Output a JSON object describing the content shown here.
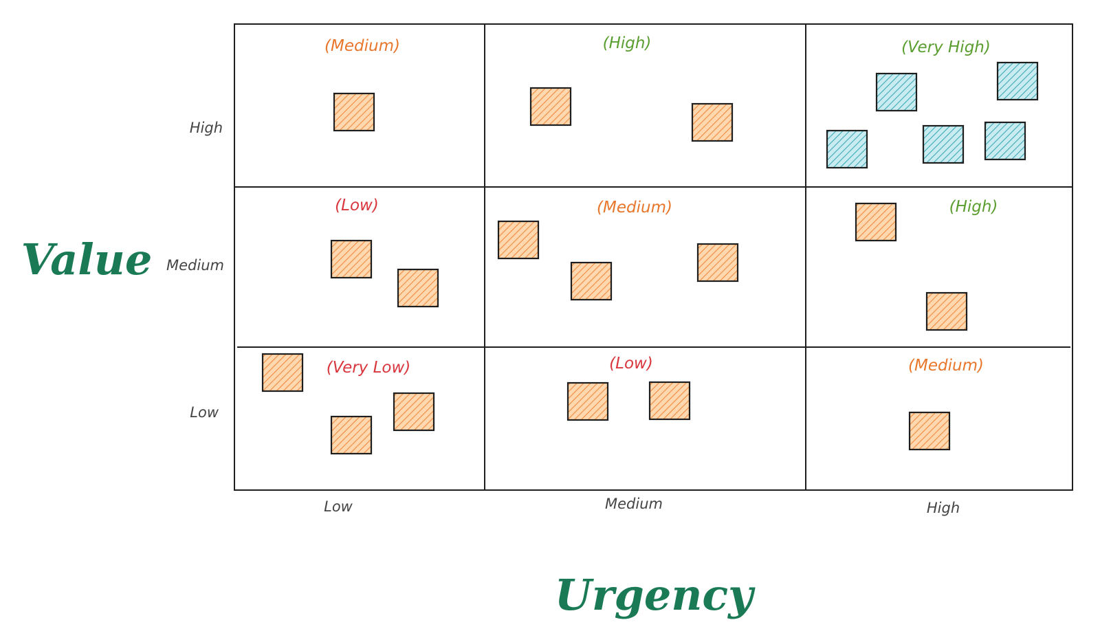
{
  "axes": {
    "y_title": "Value",
    "x_title": "Urgency",
    "y_ticks": [
      "High",
      "Medium",
      "Low"
    ],
    "x_ticks": [
      "Low",
      "Medium",
      "High"
    ]
  },
  "cells": [
    {
      "row": "High",
      "col": "Low",
      "rating": "(Medium)",
      "rating_color": "#e8762b",
      "items": 1
    },
    {
      "row": "High",
      "col": "Medium",
      "rating": "(High)",
      "rating_color": "#5a9e2f",
      "items": 2
    },
    {
      "row": "High",
      "col": "High",
      "rating": "(Very High)",
      "rating_color": "#5a9e2f",
      "items": 5
    },
    {
      "row": "Medium",
      "col": "Low",
      "rating": "(Low)",
      "rating_color": "#d9363e",
      "items": 2
    },
    {
      "row": "Medium",
      "col": "Medium",
      "rating": "(Medium)",
      "rating_color": "#e8762b",
      "items": 3
    },
    {
      "row": "Medium",
      "col": "High",
      "rating": "(High)",
      "rating_color": "#5a9e2f",
      "items": 2
    },
    {
      "row": "Low",
      "col": "Low",
      "rating": "(Very Low)",
      "rating_color": "#d9363e",
      "items": 3
    },
    {
      "row": "Low",
      "col": "Medium",
      "rating": "(Low)",
      "rating_color": "#d9363e",
      "items": 2
    },
    {
      "row": "Low",
      "col": "High",
      "rating": "(Medium)",
      "rating_color": "#e8762b",
      "items": 1
    }
  ],
  "colors": {
    "axis_title": "#1a7a55",
    "tick_label": "#444444",
    "grid": "#1e1e1e",
    "item_fill_default": "#ffd8b0",
    "item_hatch_default": "#f08a3c",
    "item_fill_highlight": "#c9ecf0",
    "item_hatch_highlight": "#3fa9b8"
  }
}
